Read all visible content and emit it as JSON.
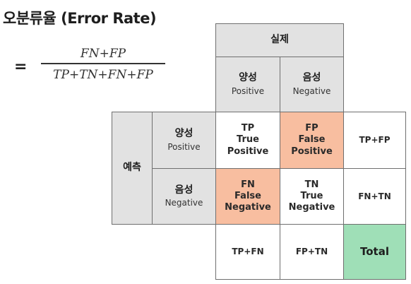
{
  "title": "오분류율 (Error Rate)",
  "formula": {
    "equals": "=",
    "numerator": "FN+FP",
    "denominator": "TP+TN+FN+FP"
  },
  "matrix": {
    "actual_header": "실제",
    "actual_positive": {
      "ko": "양성",
      "en": "Positive"
    },
    "actual_negative": {
      "ko": "음성",
      "en": "Negative"
    },
    "predicted_header": "예측",
    "predicted_positive": {
      "ko": "양성",
      "en": "Positive"
    },
    "predicted_negative": {
      "ko": "음성",
      "en": "Negative"
    },
    "tp": [
      "TP",
      "True",
      "Positive"
    ],
    "fp": [
      "FP",
      "False",
      "Positive"
    ],
    "fn": [
      "FN",
      "False",
      "Negative"
    ],
    "tn": [
      "TN",
      "True",
      "Negative"
    ],
    "row_sum_positive": "TP+FP",
    "row_sum_negative": "FN+TN",
    "col_sum_positive": "TP+FN",
    "col_sum_negative": "FP+TN",
    "total": "Total"
  },
  "colors": {
    "header_gray": "#e2e2e2",
    "error_orange": "#f8bea0",
    "total_green": "#9fdfb7",
    "border": "#6f6f6f"
  }
}
